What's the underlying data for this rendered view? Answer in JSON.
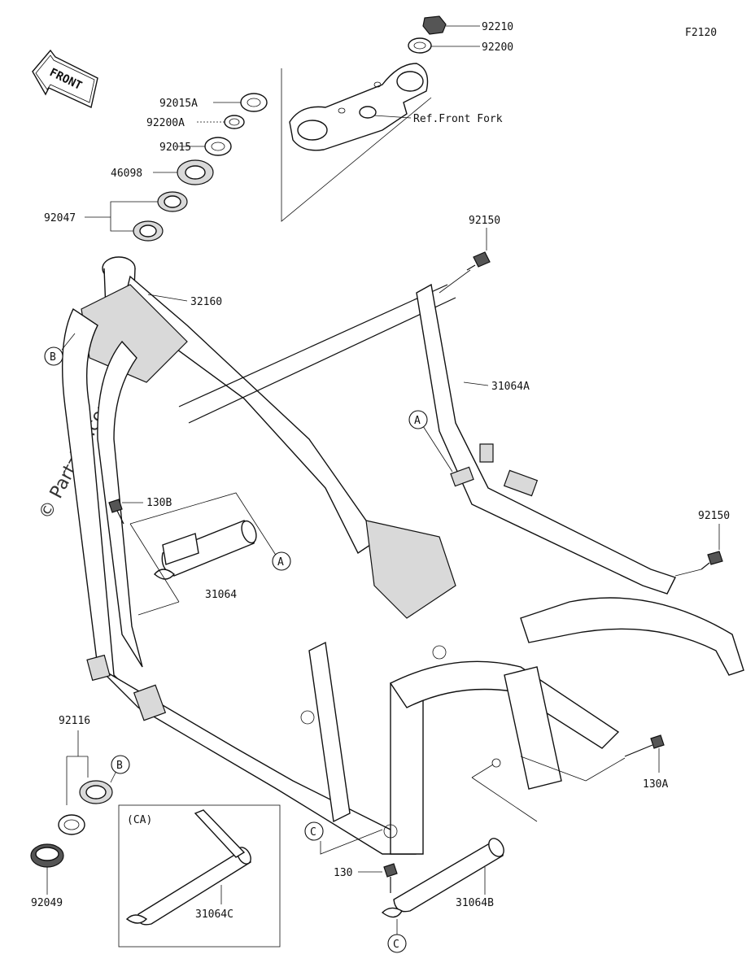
{
  "figure_code": "F2120",
  "watermark": "© Partzilla.com",
  "front_label": "FRONT",
  "parts": {
    "p92210": "92210",
    "p92200": "92200",
    "p92015A": "92015A",
    "p92200A": "92200A",
    "p92015": "92015",
    "p46098": "46098",
    "p92047": "92047",
    "ref_front_fork": "Ref.Front Fork",
    "p92150_top": "92150",
    "p32160": "32160",
    "p31064A": "31064A",
    "p130B": "130B",
    "p31064": "31064",
    "p92150_right": "92150",
    "p130A": "130A",
    "p92116": "92116",
    "p92049": "92049",
    "p130": "130",
    "p31064B": "31064B",
    "p31064C": "31064C",
    "ca_label": "(CA)"
  },
  "callouts": {
    "a_left": "A",
    "a_upper": "A",
    "b_left": "B",
    "b_lower": "B",
    "c_left": "C",
    "c_bottom": "C"
  }
}
